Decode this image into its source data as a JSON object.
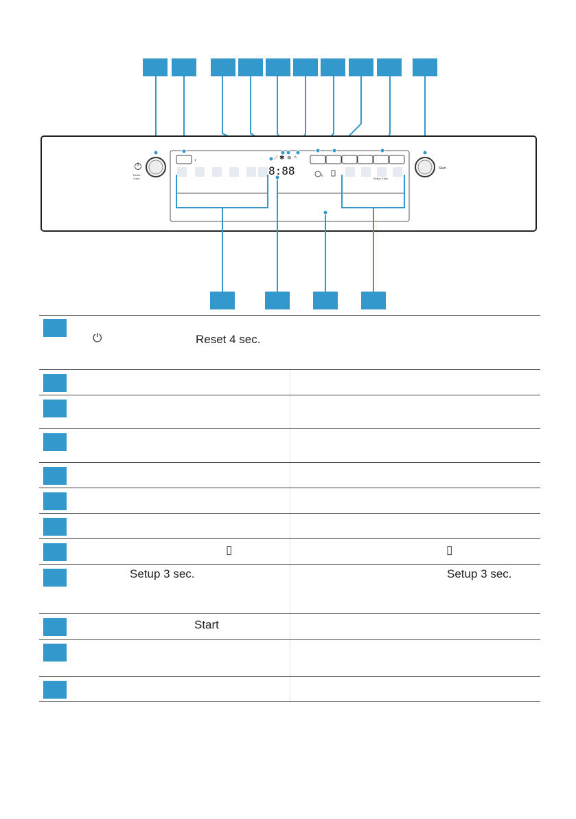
{
  "panel": {
    "start_label": "Start",
    "reset_label": "Reset",
    "reset_sub": "4 sec.",
    "display_digits": "8:88",
    "setup_label": "Setup 4 sec."
  },
  "icons": {
    "power": "power-icon",
    "door": "door-icon",
    "timer": "timer-icon"
  },
  "table": {
    "row1_text": "Reset 4 sec.",
    "row8_left_text": "",
    "row9_left_text": "Setup 3 sec.",
    "row9_right_text": "Setup 3 sec.",
    "row10_left_text": "Start"
  },
  "colors": {
    "accent": "#3399cc",
    "line": "#3399cc",
    "frame": "#222222"
  }
}
